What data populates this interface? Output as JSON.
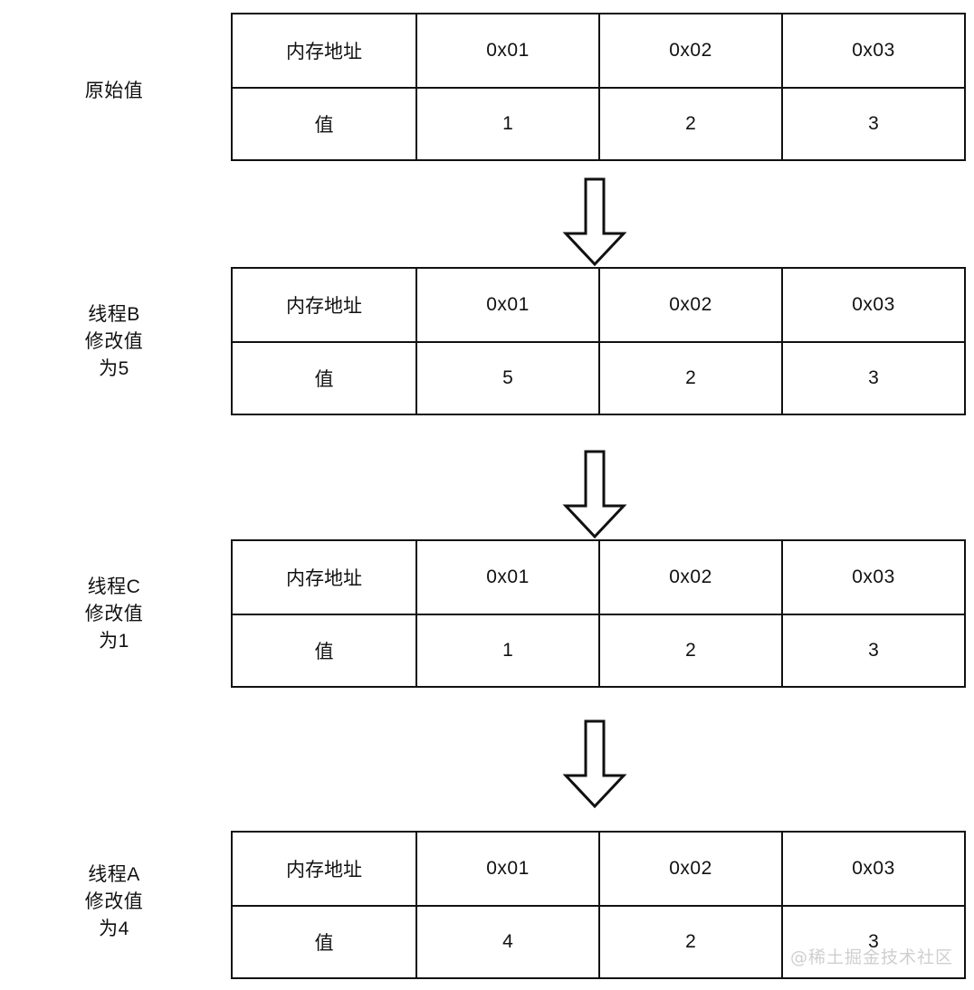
{
  "diagram": {
    "title_text": "",
    "stroke_color": "#111111",
    "background_color": "#ffffff",
    "watermark": "@稀土掘金技术社区"
  },
  "columns": [
    "内存地址",
    "0x01",
    "0x02",
    "0x03"
  ],
  "value_row_header": "值",
  "stages": [
    {
      "label": "原始值",
      "header": [
        "内存地址",
        "0x01",
        "0x02",
        "0x03"
      ],
      "values": [
        "值",
        "1",
        "2",
        "3"
      ]
    },
    {
      "label": "线程B\n修改值\n为5",
      "header": [
        "内存地址",
        "0x01",
        "0x02",
        "0x03"
      ],
      "values": [
        "值",
        "5",
        "2",
        "3"
      ]
    },
    {
      "label": "线程C\n修改值\n为1",
      "header": [
        "内存地址",
        "0x01",
        "0x02",
        "0x03"
      ],
      "values": [
        "值",
        "1",
        "2",
        "3"
      ]
    },
    {
      "label": "线程A\n修改值\n为4",
      "header": [
        "内存地址",
        "0x01",
        "0x02",
        "0x03"
      ],
      "values": [
        "值",
        "4",
        "2",
        "3"
      ]
    }
  ],
  "arrows": [
    {
      "name": "arrow-1",
      "direction": "down"
    },
    {
      "name": "arrow-2",
      "direction": "down"
    },
    {
      "name": "arrow-3",
      "direction": "down"
    }
  ]
}
